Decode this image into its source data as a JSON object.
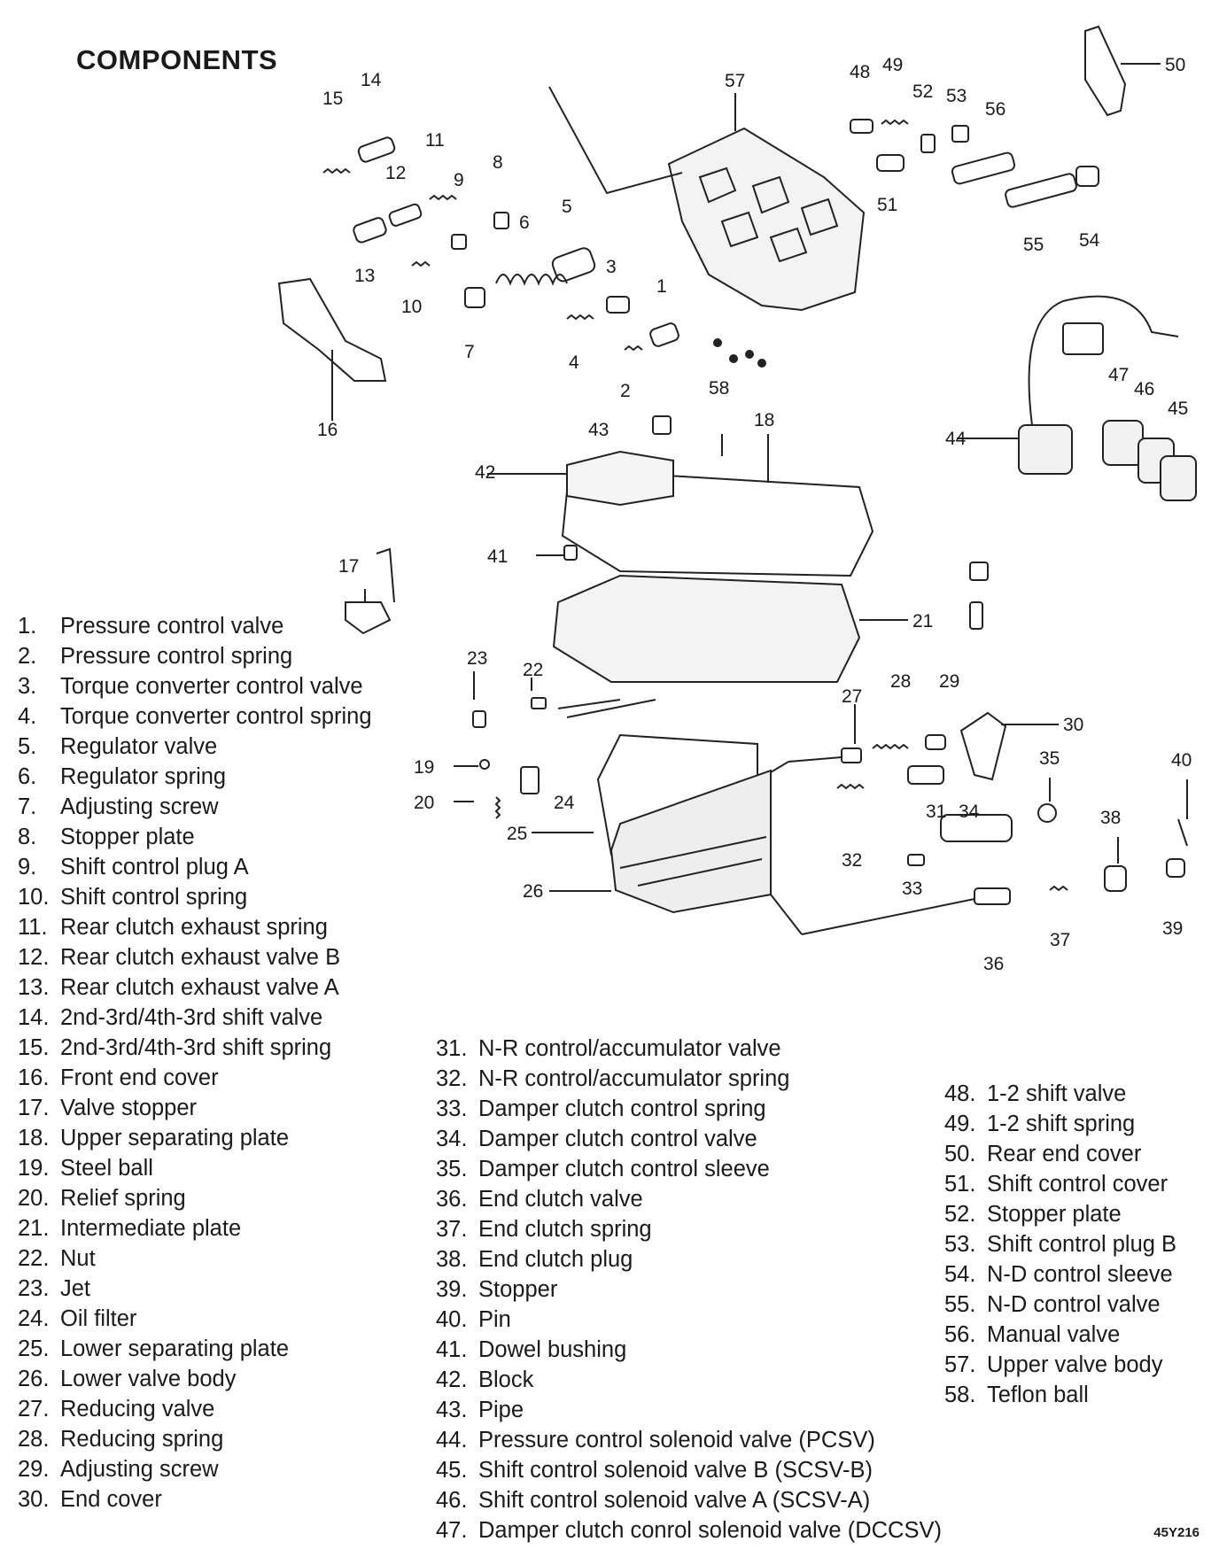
{
  "title": "COMPONENTS",
  "figure_code": "45Y216",
  "callouts": [
    "1",
    "2",
    "3",
    "4",
    "5",
    "6",
    "7",
    "8",
    "9",
    "10",
    "11",
    "12",
    "13",
    "14",
    "15",
    "16",
    "17",
    "18",
    "19",
    "20",
    "21",
    "22",
    "23",
    "24",
    "25",
    "26",
    "27",
    "28",
    "29",
    "30",
    "31",
    "32",
    "33",
    "34",
    "35",
    "36",
    "37",
    "38",
    "39",
    "40",
    "41",
    "42",
    "43",
    "44",
    "45",
    "46",
    "47",
    "48",
    "49",
    "50",
    "51",
    "52",
    "53",
    "54",
    "55",
    "56",
    "57",
    "58"
  ],
  "legend_col1": [
    {
      "num": "1.",
      "label": "Pressure control valve"
    },
    {
      "num": "2.",
      "label": "Pressure control spring"
    },
    {
      "num": "3.",
      "label": "Torque converter control valve"
    },
    {
      "num": "4.",
      "label": "Torque converter control spring"
    },
    {
      "num": "5.",
      "label": "Regulator valve"
    },
    {
      "num": "6.",
      "label": "Regulator spring"
    },
    {
      "num": "7.",
      "label": "Adjusting screw"
    },
    {
      "num": "8.",
      "label": "Stopper plate"
    },
    {
      "num": "9.",
      "label": "Shift control plug A"
    },
    {
      "num": "10.",
      "label": "Shift control spring"
    },
    {
      "num": "11.",
      "label": "Rear clutch exhaust spring"
    },
    {
      "num": "12.",
      "label": "Rear clutch exhaust valve B"
    },
    {
      "num": "13.",
      "label": "Rear clutch exhaust valve A"
    },
    {
      "num": "14.",
      "label": "2nd-3rd/4th-3rd shift valve"
    },
    {
      "num": "15.",
      "label": "2nd-3rd/4th-3rd shift spring"
    },
    {
      "num": "16.",
      "label": "Front end cover"
    },
    {
      "num": "17.",
      "label": "Valve stopper"
    },
    {
      "num": "18.",
      "label": "Upper separating plate"
    },
    {
      "num": "19.",
      "label": "Steel ball"
    },
    {
      "num": "20.",
      "label": "Relief spring"
    },
    {
      "num": "21.",
      "label": "Intermediate plate"
    },
    {
      "num": "22.",
      "label": "Nut"
    },
    {
      "num": "23.",
      "label": "Jet"
    },
    {
      "num": "24.",
      "label": "Oil filter"
    },
    {
      "num": "25.",
      "label": "Lower separating plate"
    },
    {
      "num": "26.",
      "label": "Lower valve body"
    },
    {
      "num": "27.",
      "label": "Reducing valve"
    },
    {
      "num": "28.",
      "label": "Reducing spring"
    },
    {
      "num": "29.",
      "label": "Adjusting screw"
    },
    {
      "num": "30.",
      "label": "End cover"
    }
  ],
  "legend_col2": [
    {
      "num": "31.",
      "label": "N-R control/accumulator valve"
    },
    {
      "num": "32.",
      "label": "N-R control/accumulator spring"
    },
    {
      "num": "33.",
      "label": "Damper clutch control spring"
    },
    {
      "num": "34.",
      "label": "Damper clutch control valve"
    },
    {
      "num": "35.",
      "label": "Damper clutch control sleeve"
    },
    {
      "num": "36.",
      "label": "End clutch valve"
    },
    {
      "num": "37.",
      "label": "End clutch spring"
    },
    {
      "num": "38.",
      "label": "End clutch plug"
    },
    {
      "num": "39.",
      "label": "Stopper"
    },
    {
      "num": "40.",
      "label": "Pin"
    },
    {
      "num": "41.",
      "label": "Dowel bushing"
    },
    {
      "num": "42.",
      "label": "Block"
    },
    {
      "num": "43.",
      "label": "Pipe"
    },
    {
      "num": "44.",
      "label": "Pressure control solenoid valve (PCSV)"
    },
    {
      "num": "45.",
      "label": "Shift control solenoid valve B (SCSV-B)"
    },
    {
      "num": "46.",
      "label": "Shift control solenoid valve A (SCSV-A)"
    },
    {
      "num": "47.",
      "label": "Damper clutch conrol solenoid valve (DCCSV)"
    }
  ],
  "legend_col3": [
    {
      "num": "48.",
      "label": "1-2 shift valve"
    },
    {
      "num": "49.",
      "label": "1-2 shift spring"
    },
    {
      "num": "50.",
      "label": "Rear end cover"
    },
    {
      "num": "51.",
      "label": "Shift control cover"
    },
    {
      "num": "52.",
      "label": "Stopper plate"
    },
    {
      "num": "53.",
      "label": "Shift control plug B"
    },
    {
      "num": "54.",
      "label": "N-D control sleeve"
    },
    {
      "num": "55.",
      "label": "N-D control valve"
    },
    {
      "num": "56.",
      "label": "Manual valve"
    },
    {
      "num": "57.",
      "label": "Upper valve body"
    },
    {
      "num": "58.",
      "label": "Teflon ball"
    }
  ]
}
